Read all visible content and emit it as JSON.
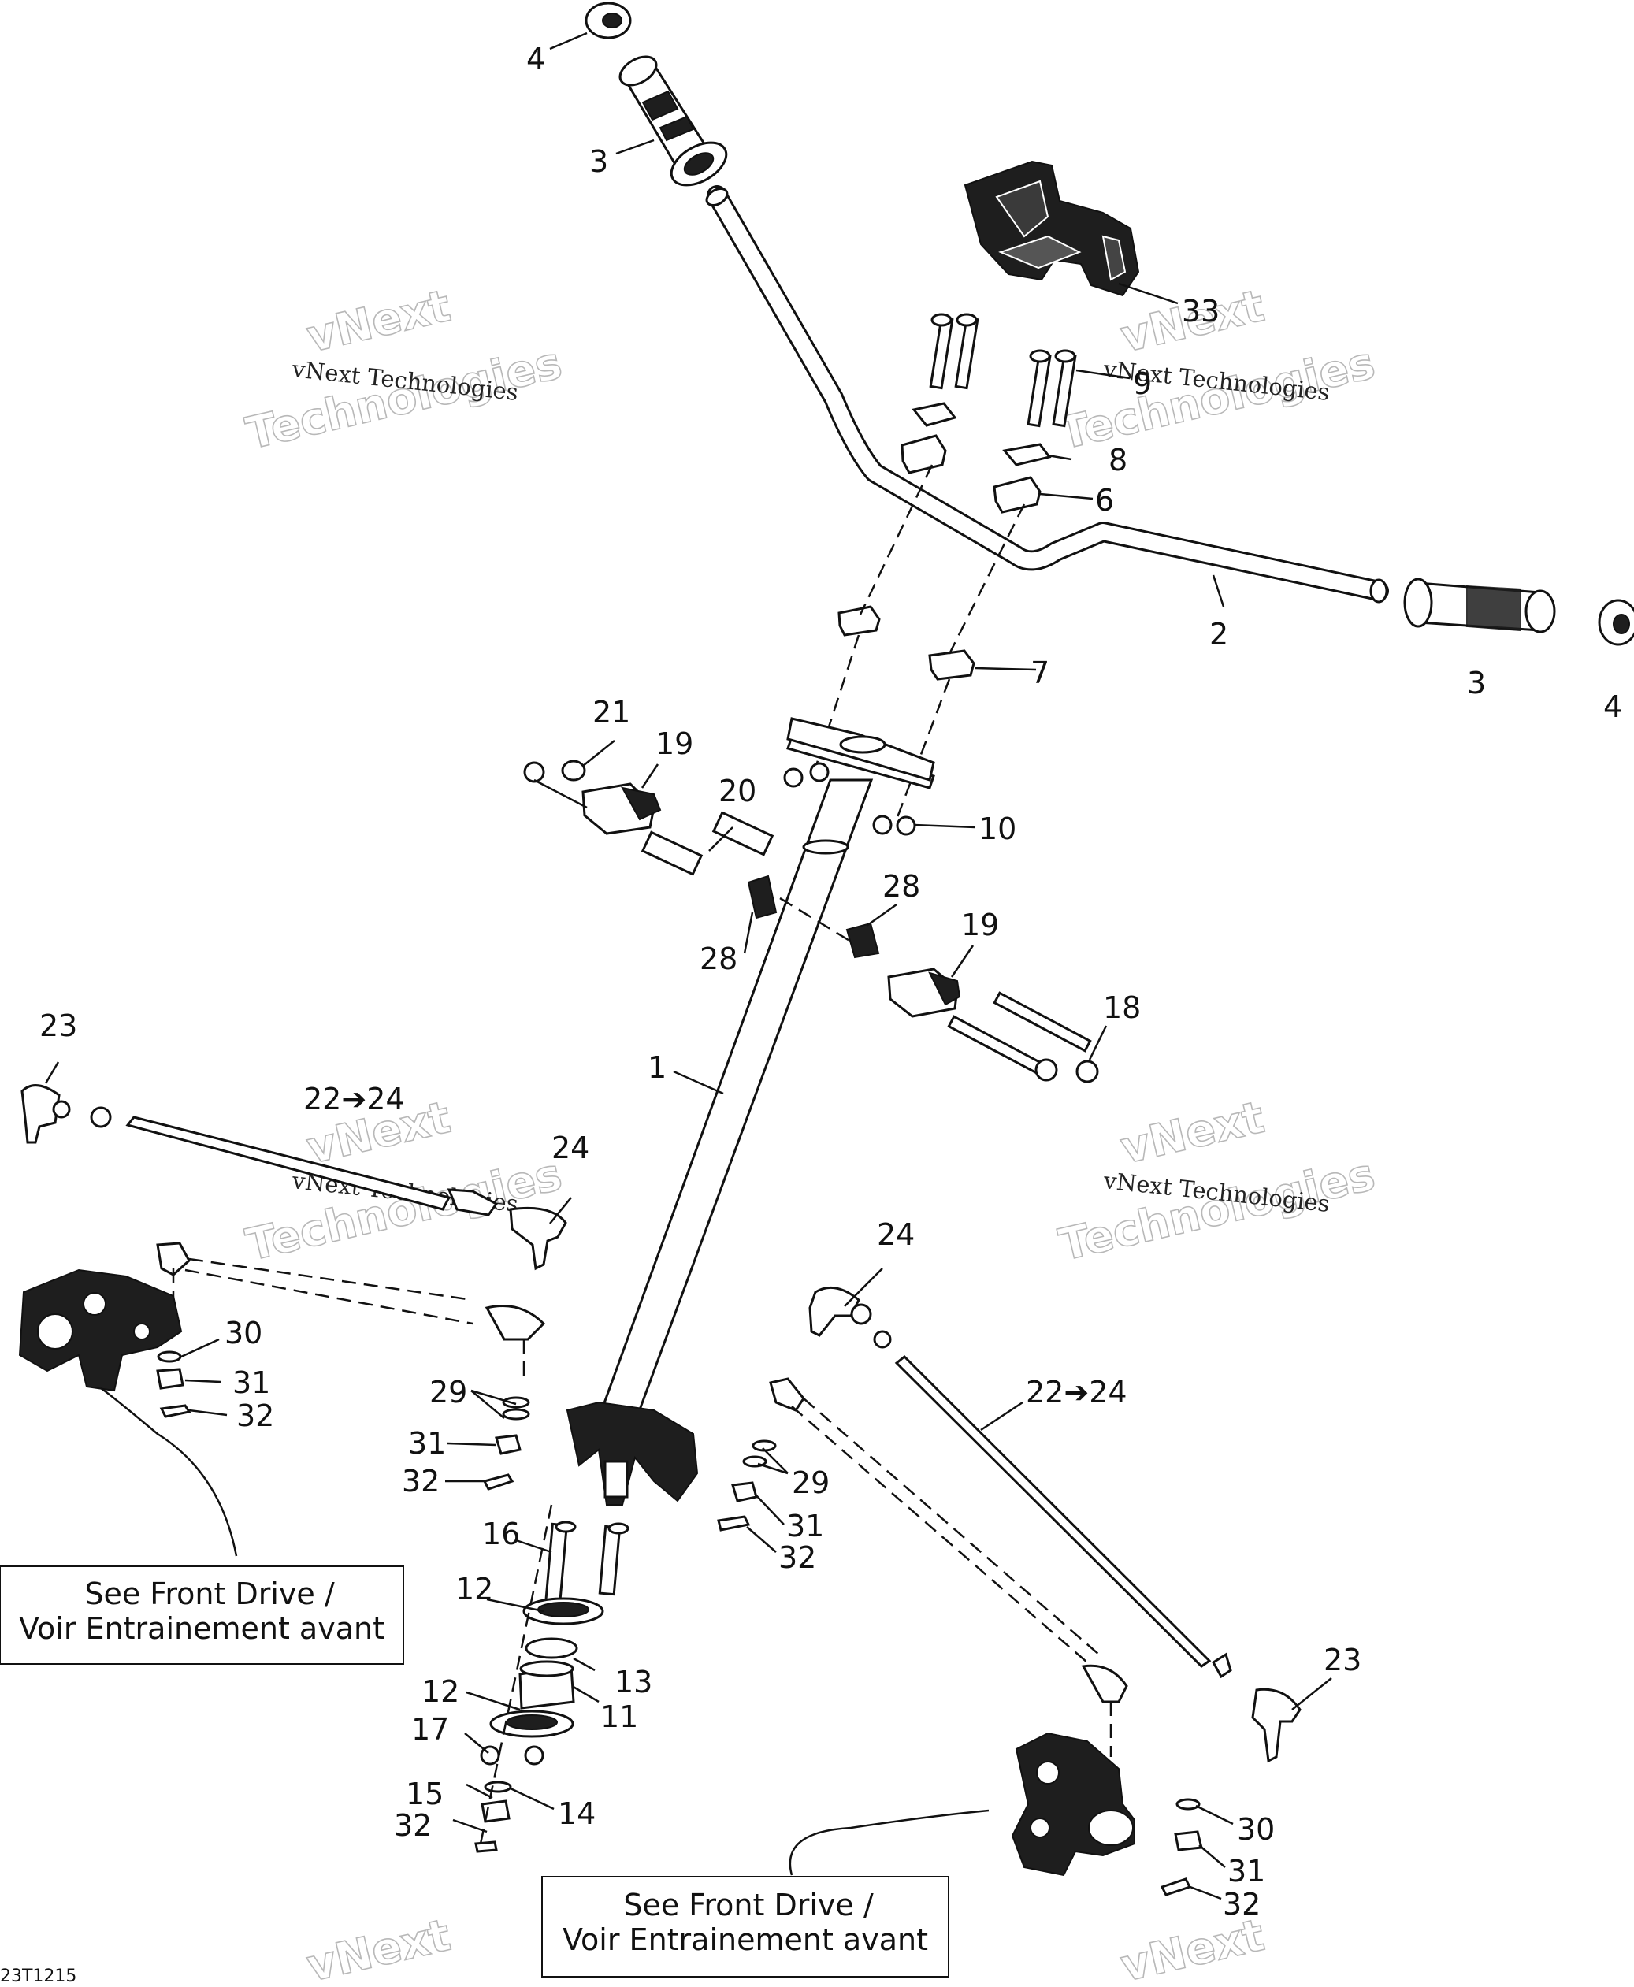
{
  "diagram_code": "23T1215",
  "watermark": {
    "line1": "vNext Technologies",
    "line2": "vNext",
    "line3": "Technologies"
  },
  "callouts": {
    "n1": "1",
    "n2": "2",
    "n3a": "3",
    "n3b": "3",
    "n4a": "4",
    "n4b": "4",
    "n6": "6",
    "n7": "7",
    "n8": "8",
    "n9": "9",
    "n10": "10",
    "n11": "11",
    "n12a": "12",
    "n12b": "12",
    "n13": "13",
    "n14": "14",
    "n15": "15",
    "n16": "16",
    "n17": "17",
    "n18": "18",
    "n19a": "19",
    "n19b": "19",
    "n20": "20",
    "n21": "21",
    "n22a": "22➔24",
    "n22b": "22➔24",
    "n23a": "23",
    "n23b": "23",
    "n24a": "24",
    "n24b": "24",
    "n28a": "28",
    "n28b": "28",
    "n29a": "29",
    "n29b": "29",
    "n30a": "30",
    "n30b": "30",
    "n31a": "31",
    "n31b": "31",
    "n31c": "31",
    "n32a": "32",
    "n32b": "32",
    "n32c": "32",
    "n32d": "32",
    "n33": "33"
  },
  "notes": {
    "left_line1": "See Front Drive /",
    "left_line2": "Voir Entrainement avant",
    "right_line1": "See Front Drive /",
    "right_line2": "Voir Entrainement avant"
  }
}
